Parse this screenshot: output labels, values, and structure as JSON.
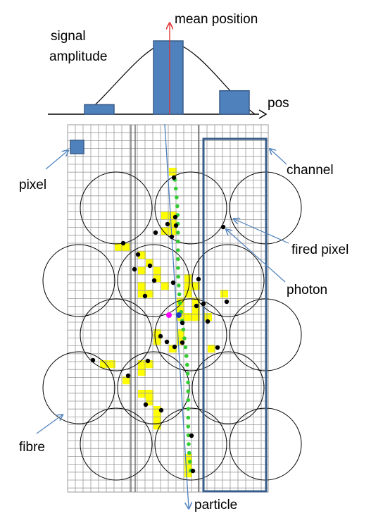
{
  "labels": {
    "signal_amplitude_1": "signal",
    "signal_amplitude_2": "amplitude",
    "mean_position": "mean position",
    "pos": "pos",
    "pixel": "pixel",
    "channel": "channel",
    "fired_pixel": "fired pixel",
    "photon": "photon",
    "fibre": "fibre",
    "particle": "particle"
  },
  "colors": {
    "histogram_bar": "#4f81bd",
    "mean_line": "#e03030",
    "fired_pixel": "#ffff00",
    "photon": "#000000",
    "track_hit": "#33cc33",
    "channel_box": "#385d8a",
    "particle_track": "#4f81bd",
    "magenta_dot": "#ff00ff",
    "blue_dot": "#1f3fbf"
  },
  "histogram": {
    "bins": [
      "left",
      "center",
      "right"
    ],
    "relative_amplitudes": [
      0.13,
      1.0,
      0.32
    ]
  }
}
